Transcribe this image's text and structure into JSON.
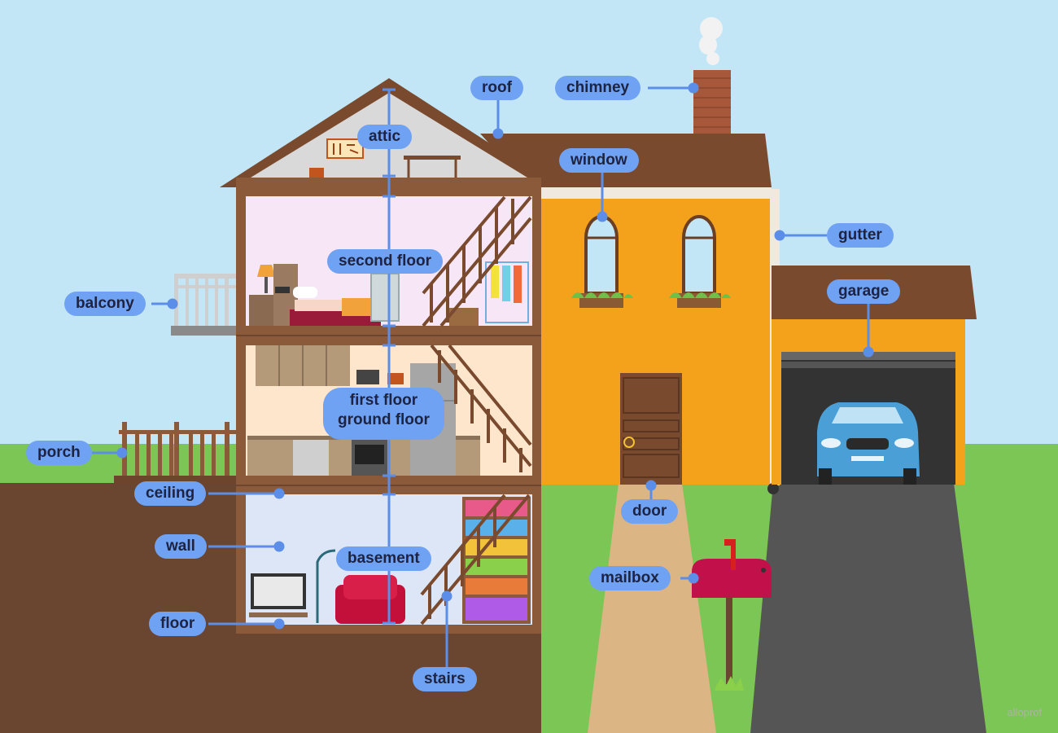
{
  "labels": {
    "roof": "roof",
    "chimney": "chimney",
    "attic": "attic",
    "window": "window",
    "gutter": "gutter",
    "garage": "garage",
    "second_floor": "second floor",
    "balcony": "balcony",
    "first_floor": "first floor",
    "ground_floor": "ground floor",
    "porch": "porch",
    "ceiling": "ceiling",
    "wall": "wall",
    "basement": "basement",
    "floor": "floor",
    "stairs": "stairs",
    "door": "door",
    "mailbox": "mailbox"
  },
  "watermark": "alloprof",
  "colors": {
    "sky": "#c3e6f6",
    "grass": "#7cc655",
    "soil": "#6a4530",
    "roof": "#7a4a2e",
    "house_wall": "#f4a21c",
    "label_fill": "#6fa2f2",
    "leader_line": "#5b8ee8"
  }
}
